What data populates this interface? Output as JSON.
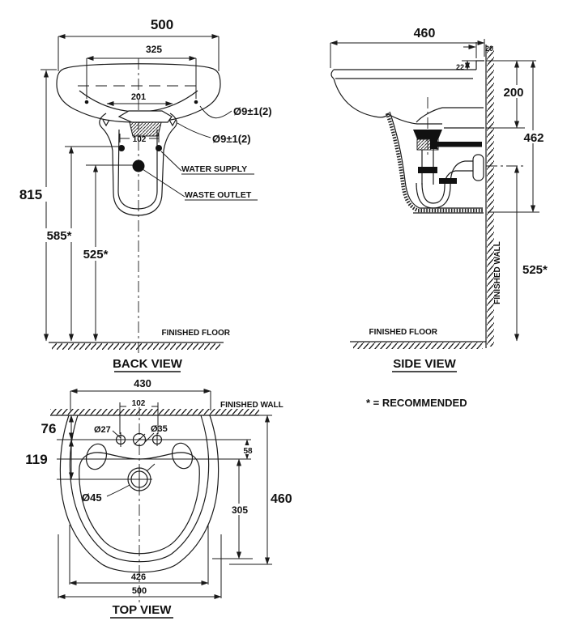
{
  "drawing": {
    "ink_color": "#1a1a1a",
    "bg_color": "#ffffff",
    "footnote": "* = RECOMMENDED",
    "back_view": {
      "title": "BACK VIEW",
      "dim_width_overall": "500",
      "dim_width_mounting": "325",
      "dim_width_pedestal_top": "201",
      "dim_hole_spacing": "102",
      "dim_height_overall": "815",
      "dim_height_water_supply": "585*",
      "dim_height_waste_outlet": "525*",
      "label_fixing_hole_top": "Ø9±1(2)",
      "label_fixing_hole_bottom": "Ø9±1(2)",
      "label_water_supply": "WATER SUPPLY",
      "label_waste_outlet": "WASTE OUTLET",
      "label_finished_floor": "FINISHED FLOOR"
    },
    "side_view": {
      "title": "SIDE VIEW",
      "dim_depth_overall": "460",
      "dim_ledge_depth": "20",
      "dim_rim_thickness": "22",
      "dim_rim_to_bowl_bottom": "200",
      "dim_rim_to_outlet": "462",
      "dim_outlet_height": "525*",
      "label_finished_wall": "FINISHED WALL",
      "label_finished_floor": "FINISHED FLOOR"
    },
    "top_view": {
      "title": "TOP VIEW",
      "dim_width_rim": "430",
      "dim_hole_spacing": "102",
      "dim_wall_to_holes": "76",
      "dim_holes_to_drain": "119",
      "dim_hole_small": "Ø27",
      "dim_hole_faucet": "Ø35",
      "dim_drain": "Ø45",
      "dim_holes_to_bowl": "58",
      "dim_bowl_depth": "305",
      "dim_depth_overall": "460",
      "dim_width_inner": "426",
      "dim_width_overall": "500",
      "label_finished_wall": "FINISHED WALL"
    }
  }
}
